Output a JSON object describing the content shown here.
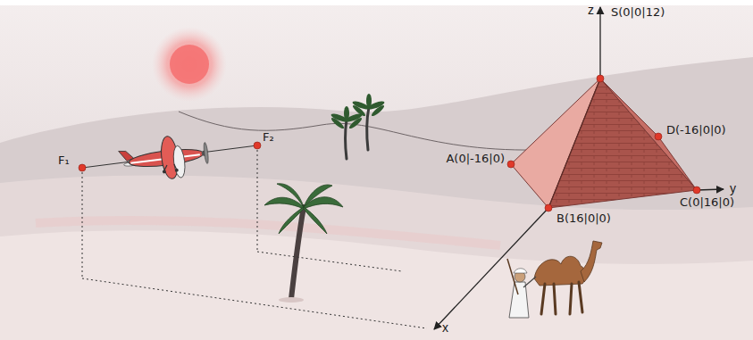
{
  "diagram": {
    "labels": [
      "F₁",
      "F₂",
      "z",
      "S(0|0|12)",
      "D(-16|0|0)",
      "A(0|-16|0)",
      "B(16|0|0)",
      "C(0|16|0)",
      "y",
      "x"
    ]
  }
}
